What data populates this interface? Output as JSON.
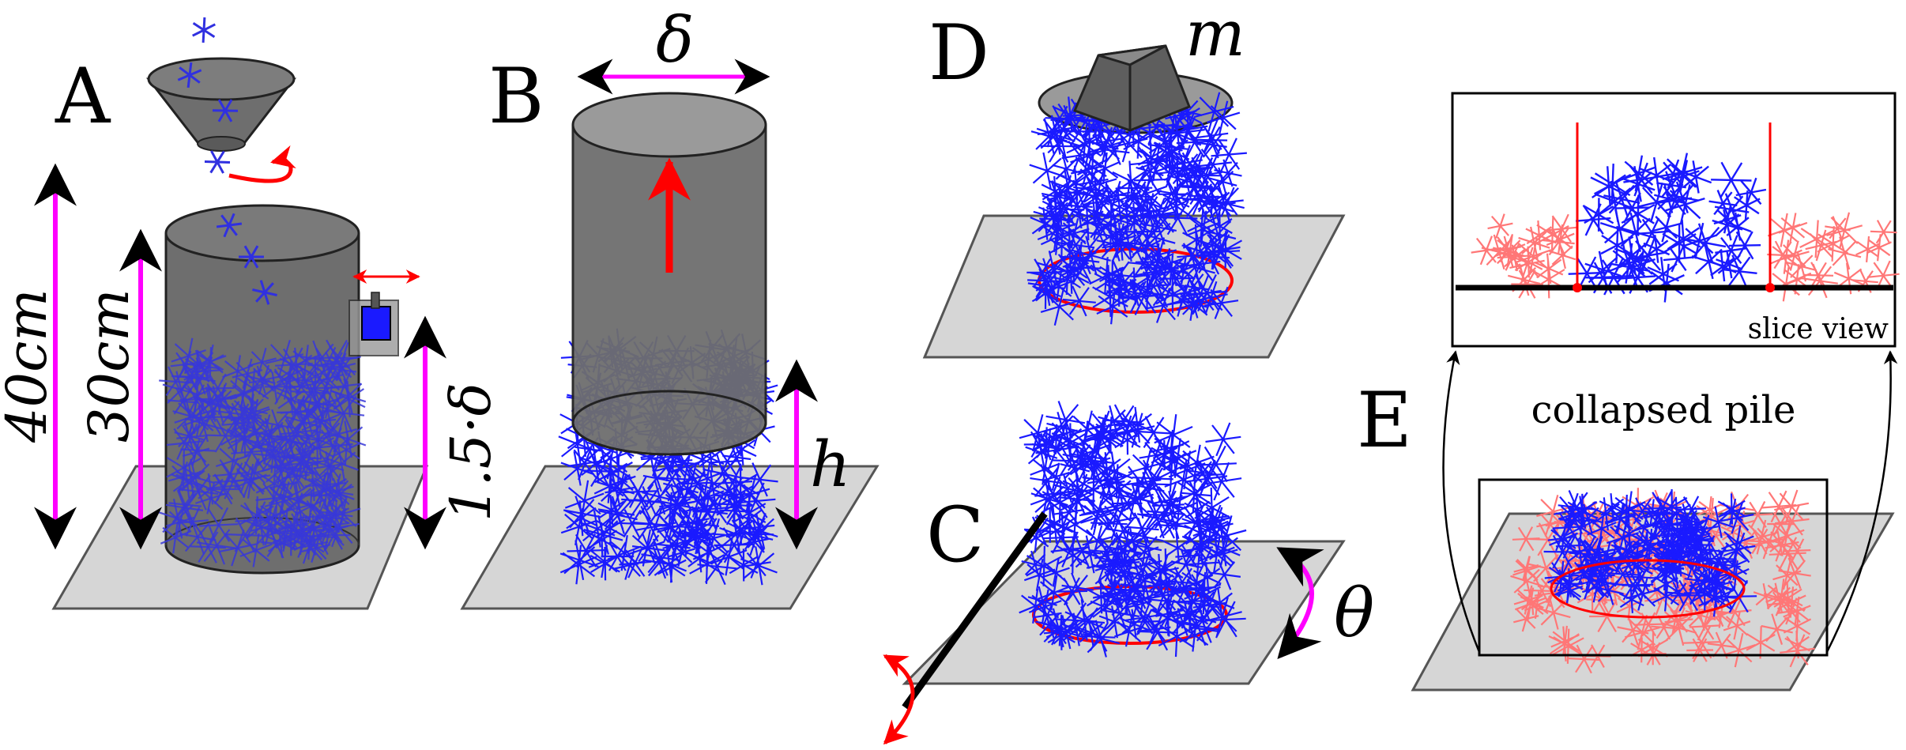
{
  "panels": {
    "A": {
      "letter": "A",
      "height_total": "40cm",
      "height_cylinder": "30cm",
      "sensor_height": "1.5·δ"
    },
    "B": {
      "letter": "B",
      "diameter": "δ",
      "height": "h"
    },
    "C": {
      "letter": "C",
      "tilt": "θ"
    },
    "D": {
      "letter": "D",
      "mass": "m"
    },
    "E": {
      "letter": "E",
      "caption": "collapsed pile",
      "inset_label": "slice view"
    }
  },
  "colors": {
    "particles": "#1a1aff",
    "particles_collapsed": "#ff7777",
    "arrows": "#ff00ff",
    "motion": "#ff0000",
    "cylinder": "#6e6e6e",
    "plate": "#d6d6d6"
  }
}
